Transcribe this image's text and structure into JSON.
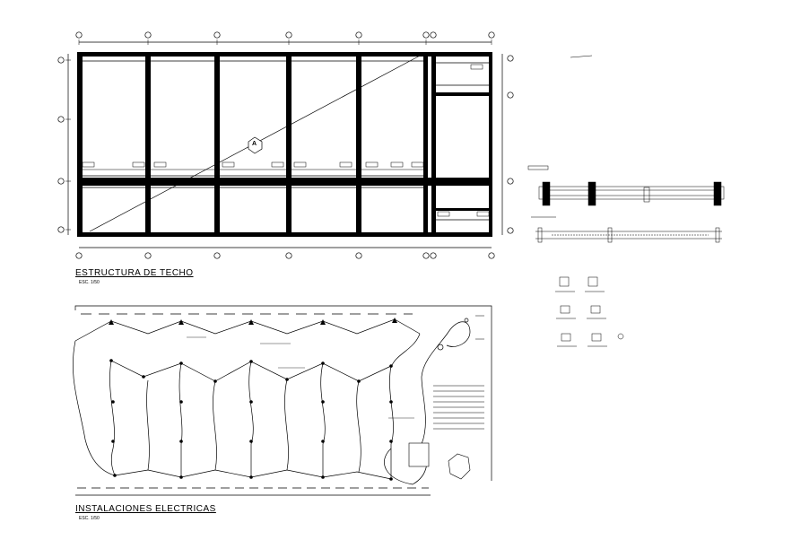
{
  "roof_plan": {
    "title": "ESTRUCTURA DE TECHO",
    "scale": "ESC. 1/50",
    "section_marker": "A"
  },
  "electrical_plan": {
    "title": "INSTALACIONES ELECTRICAS",
    "scale": "ESC. 1/50"
  },
  "colors": {
    "ink": "#000000",
    "paper": "#ffffff"
  }
}
